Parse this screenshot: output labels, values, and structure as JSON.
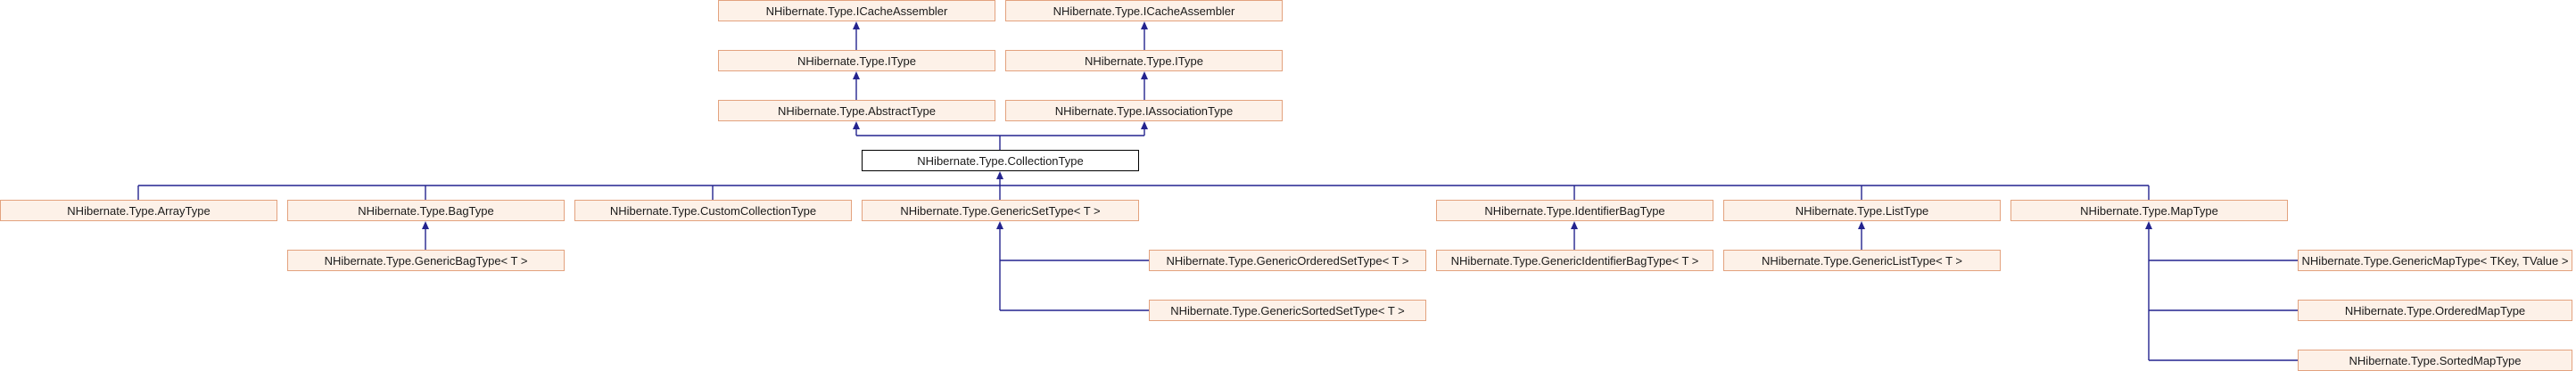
{
  "diagram": {
    "nodes": {
      "icache1": "NHibernate.Type.ICacheAssembler",
      "icache2": "NHibernate.Type.ICacheAssembler",
      "itype1": "NHibernate.Type.IType",
      "itype2": "NHibernate.Type.IType",
      "abstract": "NHibernate.Type.AbstractType",
      "iassoc": "NHibernate.Type.IAssociationType",
      "collection": "NHibernate.Type.CollectionType",
      "array": "NHibernate.Type.ArrayType",
      "bag": "NHibernate.Type.BagType",
      "custom": "NHibernate.Type.CustomCollectionType",
      "genericset": "NHibernate.Type.GenericSetType< T >",
      "idbag": "NHibernate.Type.IdentifierBagType",
      "list": "NHibernate.Type.ListType",
      "map": "NHibernate.Type.MapType",
      "genericbag": "NHibernate.Type.GenericBagType< T >",
      "genordset": "NHibernate.Type.GenericOrderedSetType< T >",
      "gensortset": "NHibernate.Type.GenericSortedSetType< T >",
      "genidbag": "NHibernate.Type.GenericIdentifierBagType< T >",
      "genlist": "NHibernate.Type.GenericListType< T >",
      "genmap": "NHibernate.Type.GenericMapType< TKey, TValue >",
      "ordmap": "NHibernate.Type.OrderedMapType",
      "sortmap": "NHibernate.Type.SortedMapType"
    },
    "edge_color": "#24248f",
    "node_fill": "#fdf1e8",
    "node_border": "#e3a27e"
  }
}
